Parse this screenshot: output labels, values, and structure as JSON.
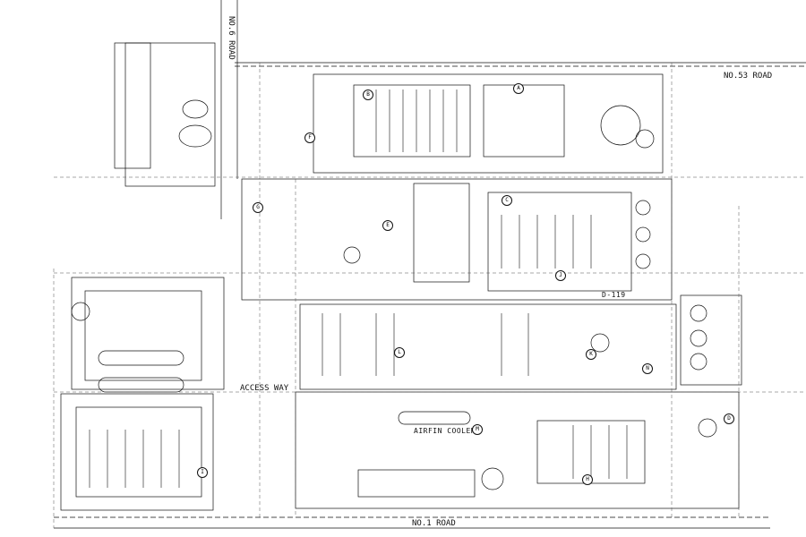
{
  "roads": {
    "no6": "NO.6 ROAD",
    "no53": "NO.53 ROAD",
    "no1": "NO.1 ROAD",
    "access_way": "ACCESS WAY"
  },
  "areas": {
    "airfin_cooler": "AIRFIN COOLER",
    "unit_number": "D-119"
  },
  "markers": [
    "A",
    "B",
    "C",
    "D",
    "E",
    "F",
    "G",
    "H",
    "I",
    "J",
    "K",
    "L",
    "M",
    "N"
  ],
  "colors": {
    "ink": "#111111",
    "dash": "#555555",
    "paper": "#ffffff"
  }
}
